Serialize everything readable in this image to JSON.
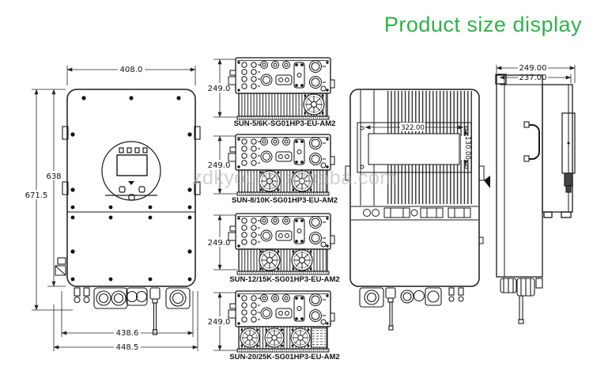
{
  "page": {
    "title": "Product size display",
    "title_color": "#2eb24a",
    "watermark": "zdkyoung alibaba.com"
  },
  "front_view": {
    "dim_top_width": "408.0",
    "dim_height_inner": "638",
    "dim_height_outer": "671.5",
    "dim_bottom_inner": "438.6",
    "dim_bottom_outer": "448.5"
  },
  "bottom_views": [
    {
      "label": "SUN-5/6K-SG01HP3-EU-AM2",
      "dim_depth": "249.0",
      "fans": 1
    },
    {
      "label": "SUN-8/10K-SG01HP3-EU-AM2",
      "dim_depth": "249.0",
      "fans": 2
    },
    {
      "label": "SUN-12/15K-SG01HP3-EU-AM2",
      "dim_depth": "249.0",
      "fans": 2
    },
    {
      "label": "SUN-20/25K-SG01HP3-EU-AM2",
      "dim_depth": "249.0",
      "fans": 3
    }
  ],
  "back_view": {
    "dim_bracket_width": "322.00",
    "dim_bracket_height": "130.00"
  },
  "side_view": {
    "dim_depth_outer": "249.00",
    "dim_depth_inner": "237.00"
  }
}
